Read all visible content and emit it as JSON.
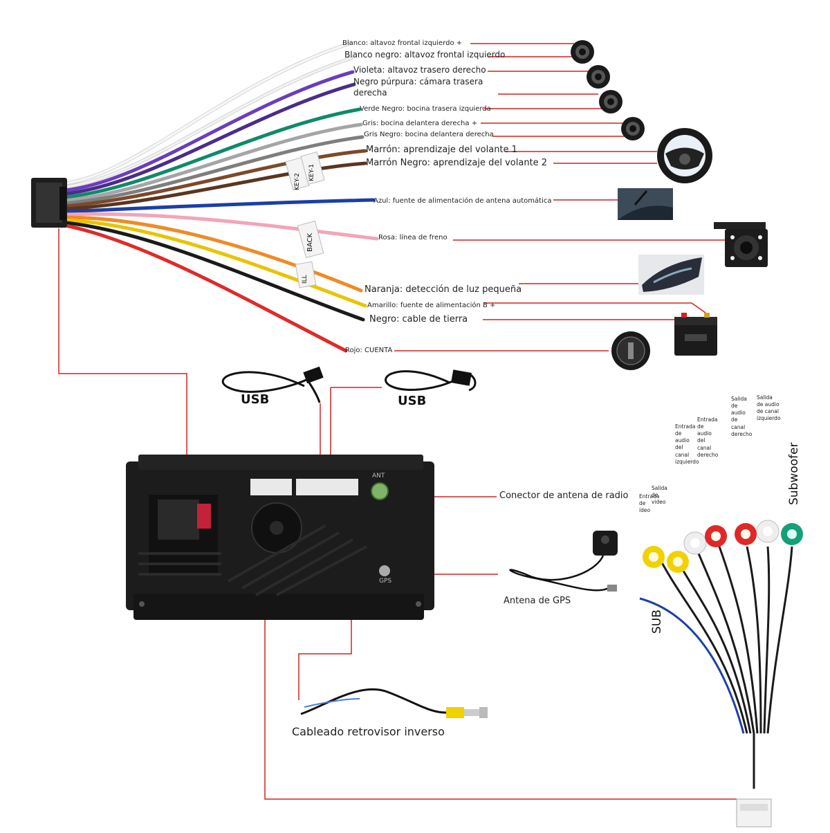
{
  "wire_labels": {
    "white": "Blanco: altavoz frontal izquierdo +",
    "white_black": "Blanco negro: altavoz frontal izquierdo",
    "violet": "Violeta: altavoz trasero derecho",
    "black_purple": "Negro púrpura: cámara trasera",
    "black_purple_2": "derecha",
    "green_black": "Verde Negro: bocina trasera izquierda-",
    "gray": "Gris: bocina delantera derecha +",
    "gray_black": "Gris Negro: bocina delantera derecha",
    "brown": "Marrón: aprendizaje del volante 1",
    "brown_black": "Marrón Negro: aprendizaje del volante 2",
    "blue": "Azul: fuente de alimentación de antena automática",
    "pink": "Rosa: línea de freno",
    "orange": "Naranja: detección de luz pequeña",
    "yellow": "Amarillo: fuente de alimentación B +",
    "black": "Negro: cable de tierra",
    "red": "Rojo: CUENTA"
  },
  "tags": {
    "key1": "KEY-1",
    "key2": "KEY-2",
    "back": "BACK",
    "ill": "ILL"
  },
  "usb": {
    "left": "USB",
    "right": "USB"
  },
  "unit": {
    "ant": "ANT",
    "gps": "GPS"
  },
  "right_labels": {
    "radio_antenna": "Conector de antena de radio",
    "gps_antenna": "Antena de GPS",
    "reverse_cable": "Cableado retrovisor inverso",
    "subwoofer": "Subwoofer",
    "sub": "SUB",
    "video_in": "Entrada de ídeo",
    "video_out": "Salida de video",
    "audio_in_left": "Entrada de audio del canal izquierdo",
    "audio_in_right": "Entrada de audio del canal derecho",
    "audio_out_right": "Salida de audio de canal derecho",
    "audio_out_left": "Salida de audio de canal izquierdo"
  },
  "colors": {
    "guide_line": "#d42020",
    "white": "#f4f4f4",
    "violet": "#6a3dbd",
    "green": "#0f8a6a",
    "gray": "#9a9a9a",
    "brown": "#7a4a2a",
    "blue": "#1b3fa8",
    "pink": "#f2a5b8",
    "orange": "#f08a24",
    "yellow": "#e8c400",
    "black": "#1a1a1a",
    "red": "#e02a2a",
    "unit": "#1c1c1c",
    "rca_yellow": "#f2d100",
    "rca_red": "#e02828",
    "rca_white": "#eeeeee",
    "rca_green": "#15a07a"
  },
  "icons": [
    "speaker-icon",
    "steering-wheel-icon",
    "car-antenna-icon",
    "rear-camera-icon",
    "headlight-icon",
    "battery-icon",
    "ignition-key-icon",
    "usb-cable-icon",
    "gps-antenna-icon",
    "rca-connector-icon"
  ]
}
